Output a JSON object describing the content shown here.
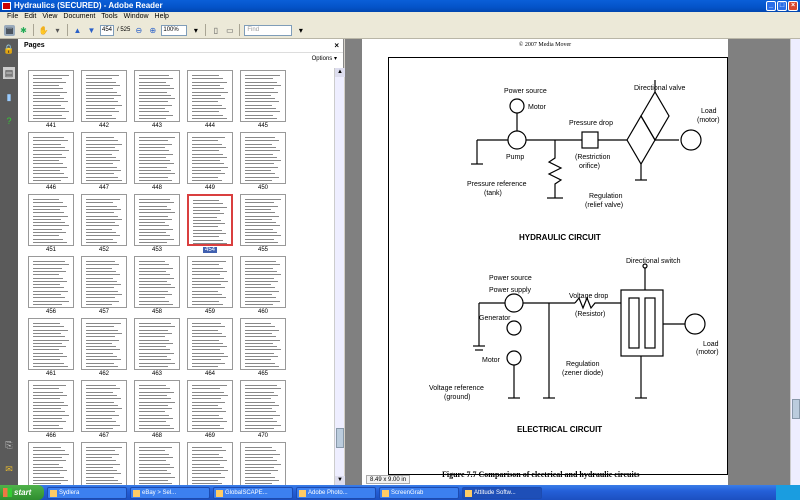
{
  "window": {
    "title": "Hydraulics (SECURED) - Adobe Reader"
  },
  "menu": [
    "File",
    "Edit",
    "View",
    "Document",
    "Tools",
    "Window",
    "Help"
  ],
  "toolbar": {
    "page_value": "454",
    "page_total": "/ 525",
    "zoom": "100%",
    "find_placeholder": "Find"
  },
  "pages_panel": {
    "title": "Pages",
    "options_label": "Options",
    "rows": [
      [
        "441",
        "442",
        "443",
        "444",
        "445"
      ],
      [
        "446",
        "447",
        "448",
        "449",
        "450"
      ],
      [
        "451",
        "452",
        "453",
        "454",
        "455"
      ],
      [
        "456",
        "457",
        "458",
        "459",
        "460"
      ],
      [
        "461",
        "462",
        "463",
        "464",
        "465"
      ],
      [
        "466",
        "467",
        "468",
        "469",
        "470"
      ],
      [
        "",
        "",
        "",
        "",
        ""
      ]
    ],
    "selected_page": "454"
  },
  "document": {
    "copyright": "© 2007 Media Mover",
    "page_size": "8.49 x 9.00 in",
    "caption": "Figure 7.7  Comparison of electrical and hydraulic circuits",
    "hydraulic": {
      "heading": "HYDRAULIC CIRCUIT",
      "power_source": "Power source",
      "motor": "Motor",
      "pump": "Pump",
      "pressure_drop": "Pressure drop",
      "restriction": "(Restriction",
      "orifice": "orifice)",
      "directional_valve": "Directional valve",
      "load": "Load",
      "load_motor": "(motor)",
      "pressure_ref": "Pressure reference",
      "tank": "(tank)",
      "regulation": "Regulation",
      "relief_valve": "(relief valve)"
    },
    "electrical": {
      "heading": "ELECTRICAL CIRCUIT",
      "power_source": "Power source",
      "power_supply": "Power supply",
      "directional_switch": "Directional switch",
      "voltage_drop": "Voltage drop",
      "resistor": "(Resistor)",
      "generator": "Generator",
      "motor": "Motor",
      "load": "Load",
      "load_motor": "(motor)",
      "regulation": "Regulation",
      "zener": "(zener diode)",
      "voltage_ref": "Voltage reference",
      "ground": "(ground)"
    }
  },
  "taskbar": {
    "start": "start",
    "tasks": [
      "Sydlera",
      "eBay > Sel...",
      "GlobalSCAPE...",
      "Adobe Photo...",
      "ScreenGrab",
      "Attitude Softw..."
    ]
  }
}
